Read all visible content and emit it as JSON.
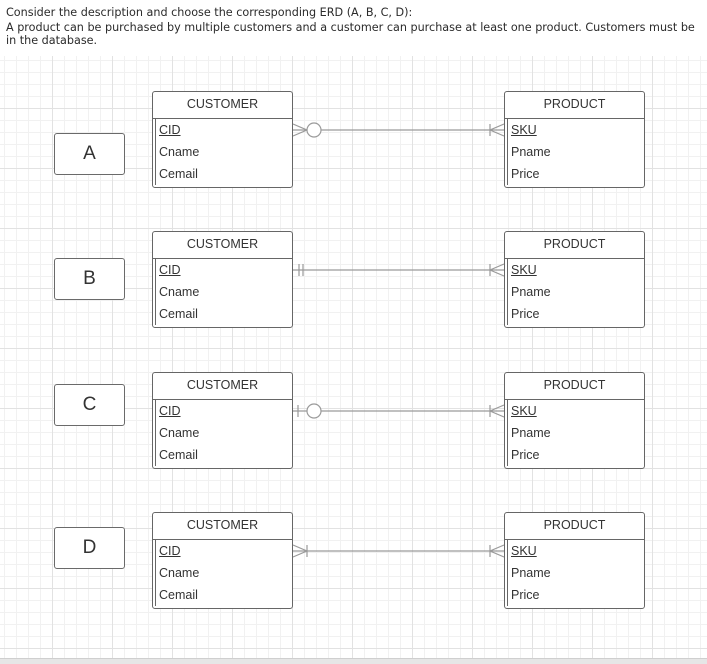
{
  "question": {
    "line1": "Consider the description and choose the corresponding ERD (A, B, C, D):",
    "line2": "A product can be purchased by multiple customers and a customer can purchase at least one product.  Customers must be in the database."
  },
  "options": [
    {
      "letter": "A",
      "left_entity": {
        "name": "CUSTOMER",
        "attrs": [
          "CID",
          "Cname",
          "Cemail"
        ],
        "pk": "CID"
      },
      "right_entity": {
        "name": "PRODUCT",
        "attrs": [
          "SKU",
          "Pname",
          "Price"
        ],
        "pk": "SKU"
      },
      "left_end": "zero-or-many",
      "right_end": "one-or-many"
    },
    {
      "letter": "B",
      "left_entity": {
        "name": "CUSTOMER",
        "attrs": [
          "CID",
          "Cname",
          "Cemail"
        ],
        "pk": "CID"
      },
      "right_entity": {
        "name": "PRODUCT",
        "attrs": [
          "SKU",
          "Pname",
          "Price"
        ],
        "pk": "SKU"
      },
      "left_end": "one-and-only-one",
      "right_end": "one-or-many"
    },
    {
      "letter": "C",
      "left_entity": {
        "name": "CUSTOMER",
        "attrs": [
          "CID",
          "Cname",
          "Cemail"
        ],
        "pk": "CID"
      },
      "right_entity": {
        "name": "PRODUCT",
        "attrs": [
          "SKU",
          "Pname",
          "Price"
        ],
        "pk": "SKU"
      },
      "left_end": "zero-or-one",
      "right_end": "one-or-many"
    },
    {
      "letter": "D",
      "left_entity": {
        "name": "CUSTOMER",
        "attrs": [
          "CID",
          "Cname",
          "Cemail"
        ],
        "pk": "CID"
      },
      "right_entity": {
        "name": "PRODUCT",
        "attrs": [
          "SKU",
          "Pname",
          "Price"
        ],
        "pk": "SKU"
      },
      "left_end": "one-or-many",
      "right_end": "one-or-many"
    }
  ],
  "colors": {
    "line": "#9a9a9a",
    "box_border": "#666666",
    "grid": "#e2e2e2"
  }
}
